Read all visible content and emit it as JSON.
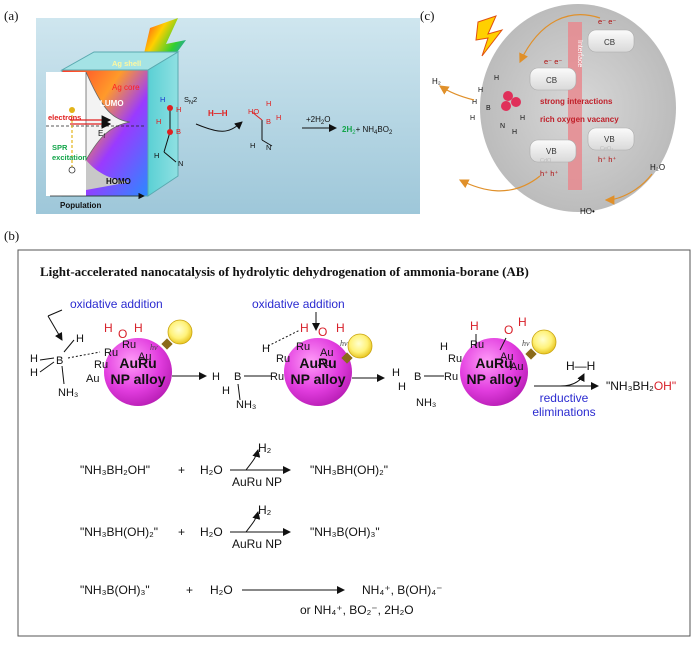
{
  "labels": {
    "a": "(a)",
    "b": "(b)",
    "c": "(c)"
  },
  "panel_a": {
    "ag_shell": "Ag shell",
    "ag_core": "Ag core",
    "lumo": "LUMO",
    "homo": "HOMO",
    "electrons": "electrons",
    "ef": "E",
    "ef_sub": "f",
    "spr": "SPR",
    "excitation": "excitation",
    "population": "Population",
    "sn2": "S",
    "sn2_sub": "N",
    "sn2_num": "2",
    "hh": "H—H",
    "reagent": "+2H",
    "reagent_sub": "2",
    "reagent_o": "O",
    "product_h2": "2H",
    "product_h2_sub": "2",
    "product_rest": "+ NH",
    "product_sub4": "4",
    "product_bo": "BO",
    "product_sub2": "2",
    "atom_h": "H",
    "atom_b": "B",
    "atom_n": "N",
    "atom_o": "O",
    "atom_ho": "HO"
  },
  "panel_c": {
    "cb": "CB",
    "vb": "VB",
    "interface": "Interface",
    "strong": "strong interactions",
    "rich": "rich oxygen vacancy",
    "eminus": "e⁻ e⁻",
    "hplus": "h⁺ h⁺",
    "h2": "H₂",
    "h2o": "H₂O",
    "ho": "HO•",
    "cdo": "CdO",
    "ceo": "CeO₂"
  },
  "panel_b": {
    "title": "Light-accelerated nanocatalysis of hydrolytic dehydrogenation of ammonia-borane (AB)",
    "oxidative_addition": "oxidative addition",
    "reductive": "reductive",
    "eliminations": "eliminations",
    "np_top": "AuRu",
    "np_bottom": "NP alloy",
    "hv": "hν",
    "ru": "Ru",
    "au": "Au",
    "nh3": "NH₃",
    "h": "H",
    "b": "B",
    "o": "O",
    "hh": "H—H",
    "prod1": "\"NH₃BH₂",
    "prod1_oh": "OH\"",
    "eq1_left": "\"NH₃BH₂OH\"",
    "eq2_left": "\"NH₃BH(OH)₂\"",
    "eq3_left": "\"NH₃B(OH)₃\"",
    "plus": "+",
    "h2o": "H₂O",
    "h2": "H₂",
    "catalyst": "AuRu NP",
    "eq1_right": "\"NH₃BH(OH)₂\"",
    "eq2_right": "\"NH₃B(OH)₃\"",
    "eq3_right1": "NH₄⁺, B(OH)₄⁻",
    "eq3_right2": "or NH₄⁺, BO₂⁻, 2H₂O"
  },
  "colors": {
    "red": "#d8202a",
    "blue": "#2b2bd0",
    "green": "#13a54a",
    "np": "#e23ddf",
    "teal": "#8fd3d6"
  }
}
